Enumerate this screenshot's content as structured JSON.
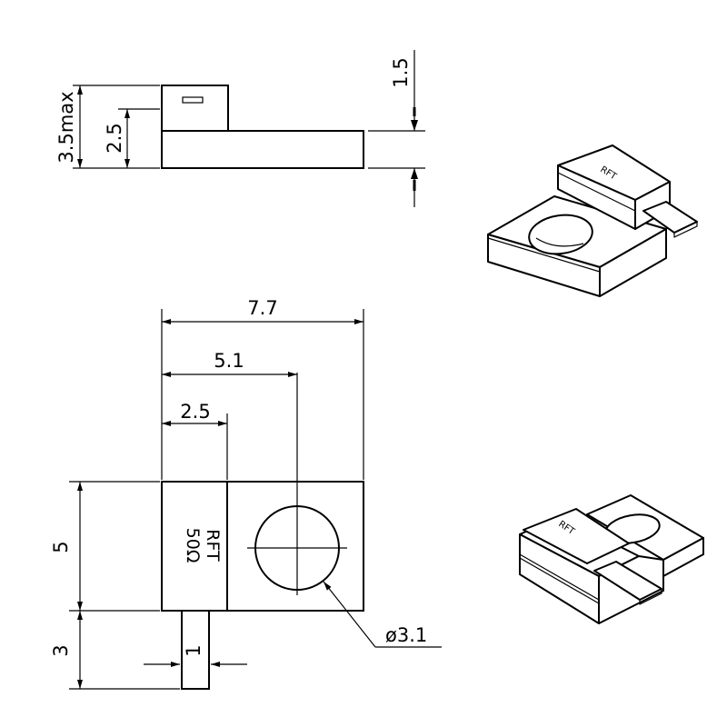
{
  "side_view": {
    "dim_overall_height": "3.5max",
    "dim_body_height": "2.5",
    "dim_tab_thickness": "1.5"
  },
  "plan_view": {
    "dim_total_width": "7.7",
    "dim_hole_center": "5.1",
    "dim_label_width": "2.5",
    "dim_height": "5",
    "dim_lead_length": "3",
    "dim_lead_width": "1",
    "dim_hole_diameter": "ø3.1",
    "marking_line1": "RFT",
    "marking_line2": "50Ω"
  },
  "iso_views": {
    "body_marking": "RFT"
  }
}
